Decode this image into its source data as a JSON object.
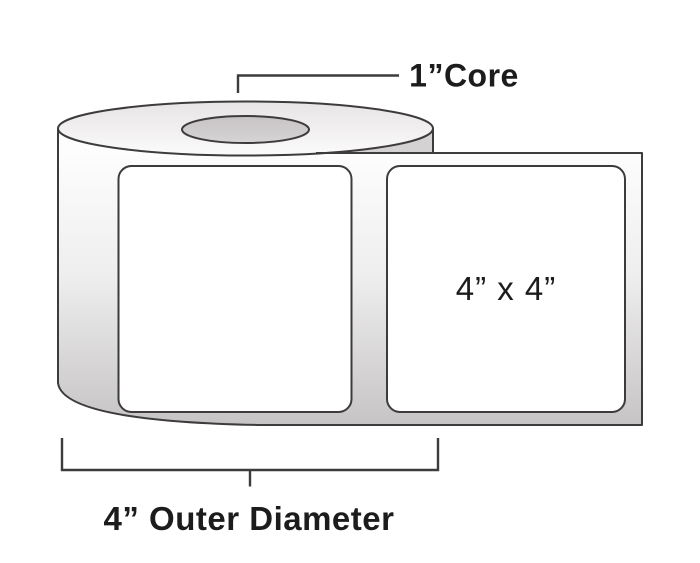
{
  "diagram": {
    "title": "label-roll-dimension-diagram",
    "core_label": "1”Core",
    "label_size": "4” x 4”",
    "outer_diameter": "4” Outer Diameter"
  },
  "colors": {
    "background": "#ffffff",
    "outline": "#3d3b3c",
    "text": "#1c1c1c",
    "strip_gradient_top": "#fdfdfd",
    "strip_gradient_mid": "#efeeee",
    "strip_gradient_bottom": "#c6c4c5",
    "top_face_gradient_top": "#e6e4e4",
    "top_face_gradient_bottom": "#fcfbfb",
    "core_gradient_top": "#c7c3c5",
    "core_gradient_bottom": "#d7d4d5",
    "peel_wedge": "#d4d2d3",
    "label_fill": "#ffffff"
  }
}
